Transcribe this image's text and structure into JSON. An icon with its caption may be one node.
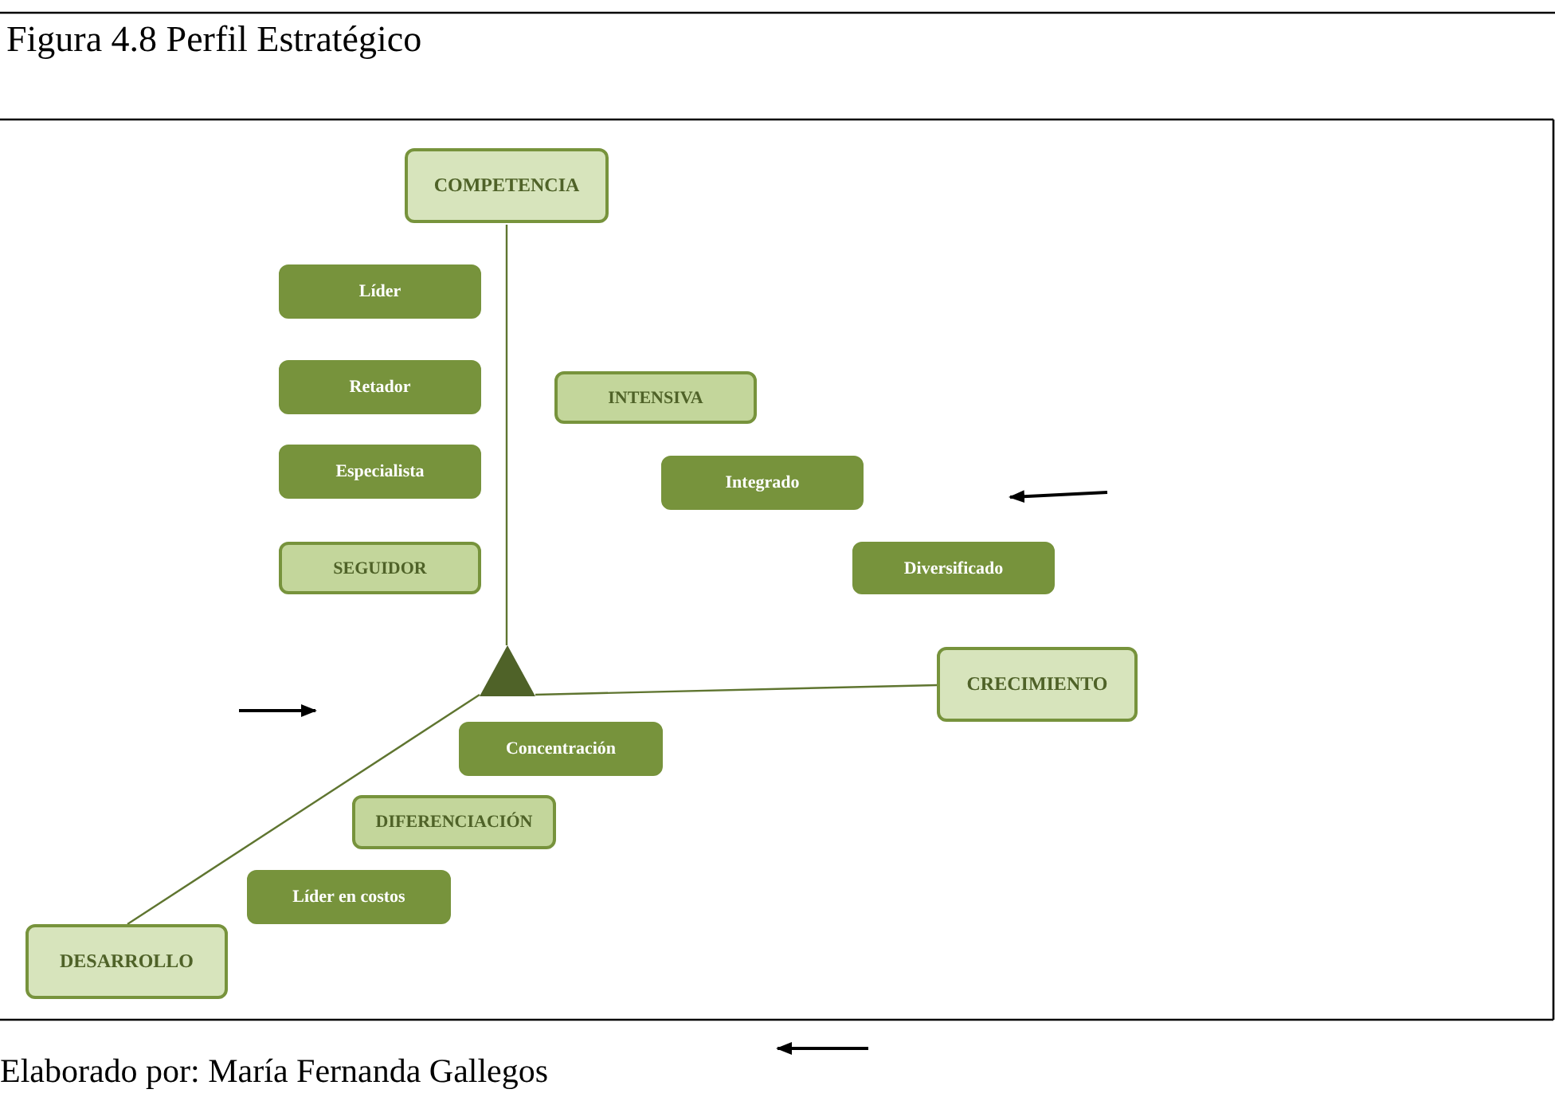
{
  "diagram": {
    "title": "Figura 4.8 Perfil Estratégico",
    "caption": "Elaborado por: María Fernanda Gallegos",
    "nodes": [
      {
        "text": [
          "COMPETENCIA"
        ]
      },
      {
        "text": [
          "Líder"
        ]
      },
      {
        "text": [
          "Retador"
        ]
      },
      {
        "text": [
          "INTENSIVA"
        ]
      },
      {
        "text": [
          "Especialista"
        ]
      },
      {
        "text": [
          "Integrado"
        ]
      },
      {
        "text": [
          "SEGUIDOR"
        ]
      },
      {
        "text": [
          "Diversificado"
        ]
      },
      {
        "text": [],
        "shape": "triangle"
      },
      {
        "text": [
          "CRECIMIENTO"
        ]
      },
      {
        "text": [
          "Concentración"
        ]
      },
      {
        "text": [
          "DIFERENCIACIÓN"
        ]
      },
      {
        "text": [
          "Líder en costos"
        ]
      },
      {
        "text": [
          "DESARROLLO"
        ]
      }
    ],
    "edges": [
      {
        "from": 8,
        "to": 0,
        "arrow": "none"
      },
      {
        "from": 8,
        "to": 9,
        "arrow": "none"
      },
      {
        "from": 8,
        "to": 13,
        "arrow": "none"
      }
    ]
  }
}
